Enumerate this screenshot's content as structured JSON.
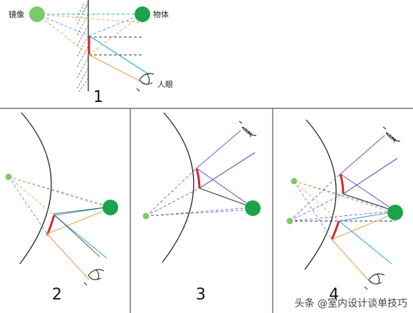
{
  "labels": {
    "mirror_image": "镜像",
    "object": "物体",
    "human_eye": "人眼"
  },
  "panels": [
    {
      "number": "1"
    },
    {
      "number": "2"
    },
    {
      "number": "3"
    },
    {
      "number": "4"
    }
  ],
  "watermark": "头条 @室内设计谈单技巧",
  "colors": {
    "object_fill": "#1aa34a",
    "image_fill": "#7bc96a",
    "mirror_surface": "#d8262a",
    "ray_cyan": "#2aa6e0",
    "ray_orange": "#f0a040",
    "ray_purple": "#8a55c8",
    "ray_dark": "#333333",
    "frame_line": "#555555"
  }
}
